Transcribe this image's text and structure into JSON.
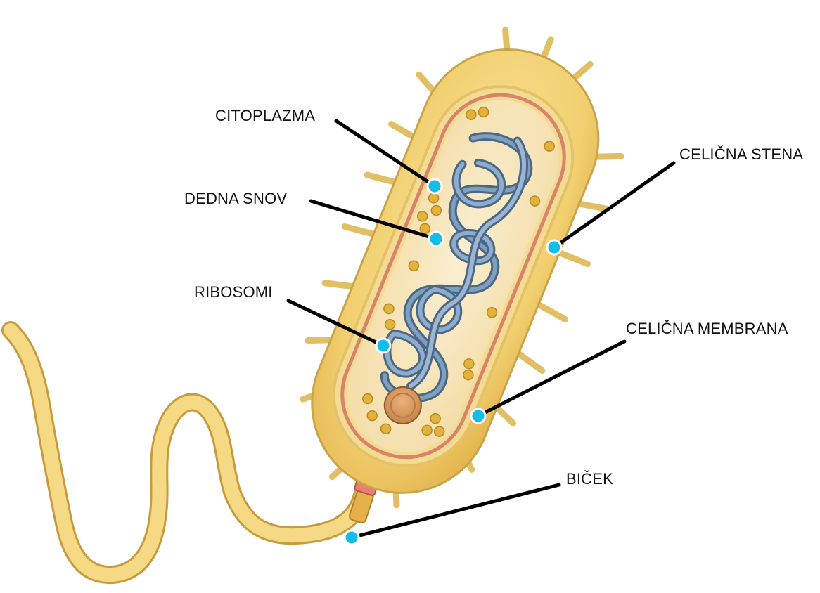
{
  "labels": {
    "citoplazma": "CITOPLAZMA",
    "dedna_snov": "DEDNA SNOV",
    "ribosomi": "RIBOSOMI",
    "celicna_stena": "CELIČNA STENA",
    "celicna_membrana": "CELIČNA MEMBRANA",
    "bicek": "BIČEK"
  },
  "colors": {
    "cell_wall": "#f3d67e",
    "cell_wall_edge": "#c9a44c",
    "membrane": "#d9846a",
    "cytoplasm": "#f7e4b6",
    "dna": "#5f7f9e",
    "ribosome": "#e3b23a",
    "marker": "#12bde8",
    "leader": "#000000"
  }
}
